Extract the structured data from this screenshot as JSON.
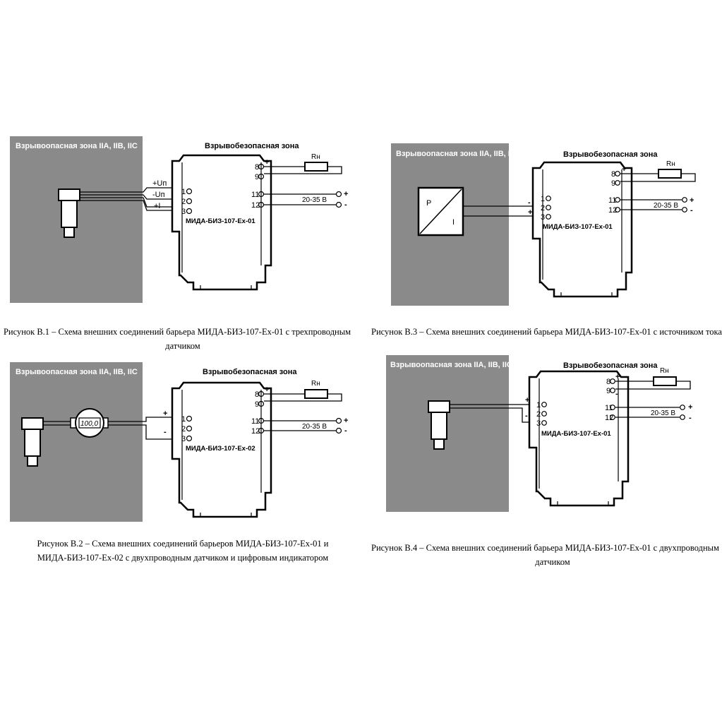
{
  "hazard_zone_label": "Взрывоопасная зона IIA, IIB, IIC",
  "safe_zone_label": "Взрывобезопасная зона",
  "resistor_label": "Rн",
  "supply_label": "20-35 В",
  "plus": "+",
  "minus": "-",
  "terminals": {
    "t1": "1",
    "t2": "2",
    "t3": "3",
    "t8": "8",
    "t9": "9",
    "t11": "11",
    "t12": "12"
  },
  "fig1": {
    "model": "МИДА-БИЗ-107-Ех-01",
    "wire_up": "+Uп",
    "wire_un": "-Uп",
    "wire_i": "+I",
    "caption_line1": "Рисунок В.1 – Схема внешних соединений барьера МИДА-БИЗ-107-Ех-01 с трехпроводным",
    "caption_line2": "датчиком"
  },
  "fig2": {
    "model": "МИДА-БИЗ-107-Ех-02",
    "indicator": "100,0",
    "caption_line1": "Рисунок В.2 – Схема внешних соединений барьеров МИДА-БИЗ-107-Ех-01 и",
    "caption_line2": "МИДА-БИЗ-107-Ех-02 с двухпроводным датчиком и цифровым индикатором"
  },
  "fig3": {
    "model": "МИДА-БИЗ-107-Ех-01",
    "source_p": "P",
    "source_i": "I",
    "caption_line1": "Рисунок В.3 – Схема внешних соединений барьера МИДА-БИЗ-107-Ех-01 с источником тока"
  },
  "fig4": {
    "model": "МИДА-БИЗ-107-Ех-01",
    "caption_line1": "Рисунок В.4 – Схема внешних соединений барьера МИДА-БИЗ-107-Ех-01 с двухпроводным",
    "caption_line2": "датчиком"
  },
  "colors": {
    "zone": "#8a8a8a",
    "ink": "#000000",
    "paper": "#ffffff"
  }
}
